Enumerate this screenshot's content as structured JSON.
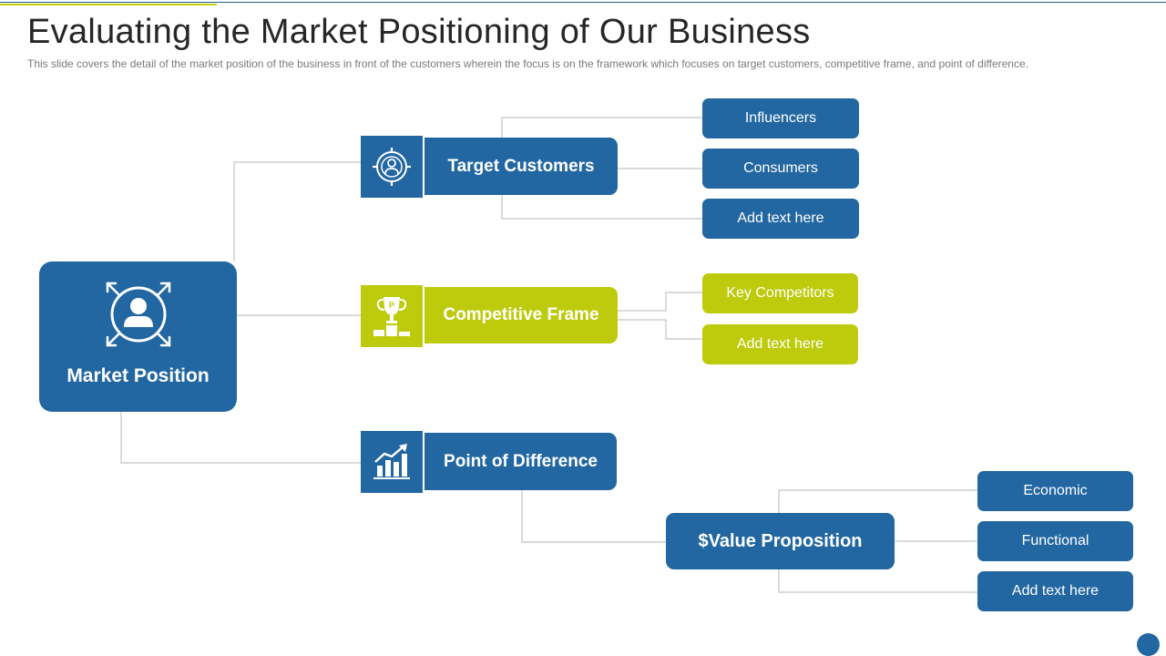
{
  "slide": {
    "title": "Evaluating the Market Positioning of Our Business",
    "subtitle": "This slide covers the detail of the market position of the business in front of the customers wherein the focus is on the framework  which focuses on target customers, competitive frame,  and point of difference."
  },
  "diagram": {
    "root": {
      "label": "Market Position",
      "icon": "user-target-expand-icon"
    },
    "branches": [
      {
        "label": "Target Customers",
        "icon": "customer-target-icon",
        "color": "#2267a1",
        "children": [
          "Influencers",
          "Consumers",
          "Add text here"
        ]
      },
      {
        "label": "Competitive Frame",
        "icon": "trophy-podium-icon",
        "color": "#bdcb0c",
        "children": [
          "Key Competitors",
          "Add text here"
        ]
      },
      {
        "label": "Point of Difference",
        "icon": "growth-chart-icon",
        "color": "#2267a1",
        "sub": {
          "label": "$Value Proposition",
          "children": [
            "Economic",
            "Functional",
            "Add text here"
          ]
        }
      }
    ]
  },
  "colors": {
    "blue": "#2267a1",
    "green": "#bdcb0c",
    "connector": "#c4c4c4"
  }
}
